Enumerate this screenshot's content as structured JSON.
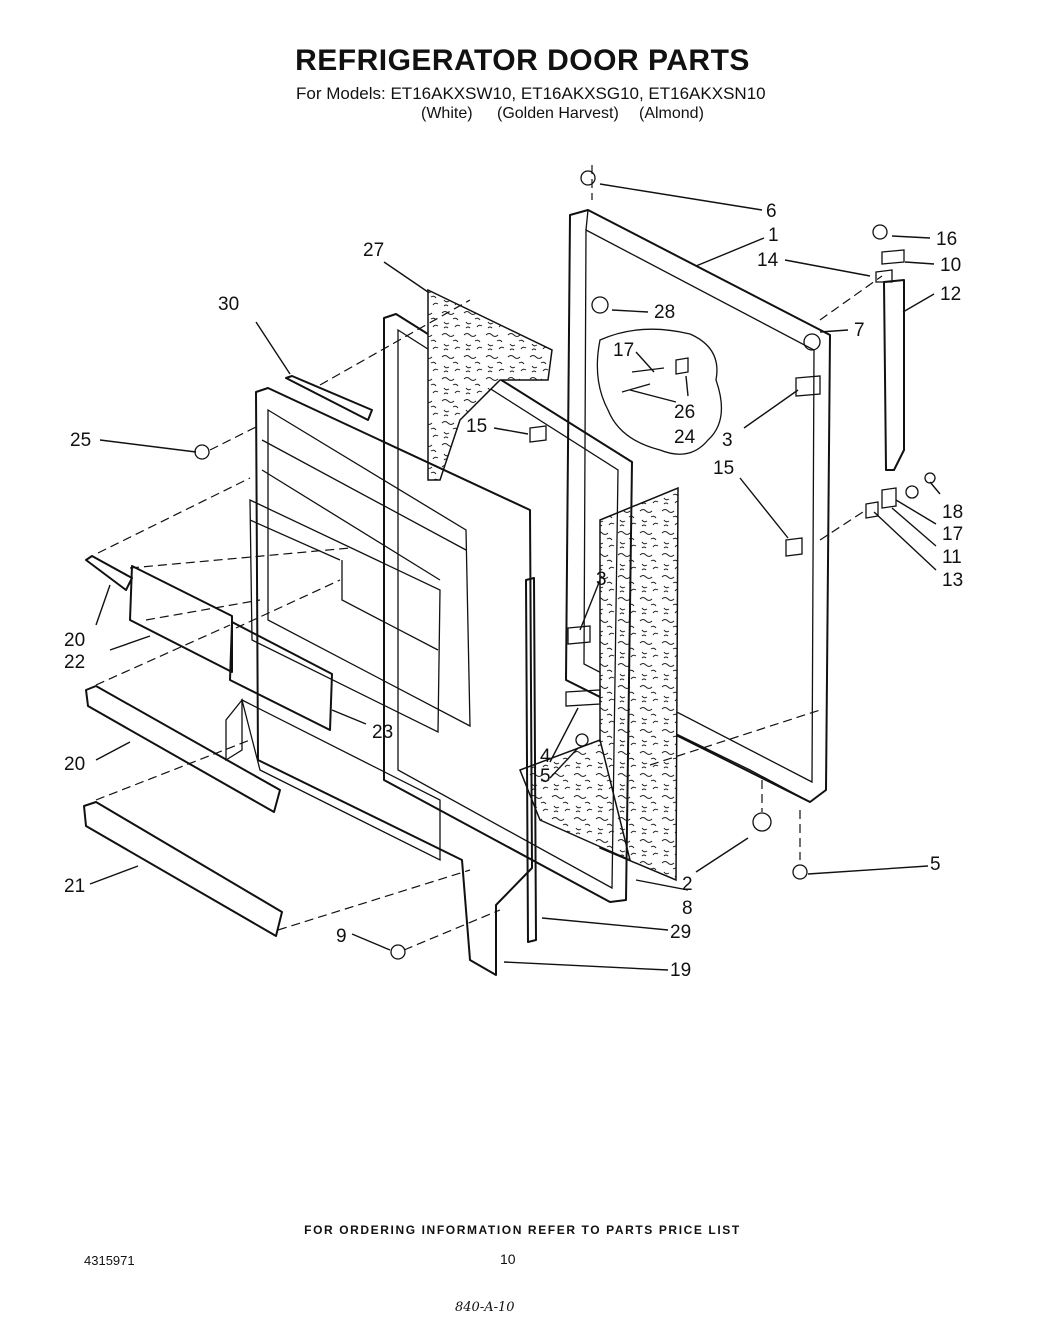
{
  "header": {
    "title": "REFRIGERATOR DOOR PARTS",
    "models_line": "For Models:  ET16AKXSW10, ET16AKXSG10, ET16AKXSN10",
    "colors": [
      {
        "text": "(White)"
      },
      {
        "text": "(Golden Harvest)"
      },
      {
        "text": "(Almond)"
      }
    ]
  },
  "callouts": [
    {
      "num": "1"
    },
    {
      "num": "2"
    },
    {
      "num": "3"
    },
    {
      "num": "3"
    },
    {
      "num": "4"
    },
    {
      "num": "5"
    },
    {
      "num": "5"
    },
    {
      "num": "6"
    },
    {
      "num": "7"
    },
    {
      "num": "8"
    },
    {
      "num": "9"
    },
    {
      "num": "10"
    },
    {
      "num": "11"
    },
    {
      "num": "12"
    },
    {
      "num": "13"
    },
    {
      "num": "14"
    },
    {
      "num": "15"
    },
    {
      "num": "15"
    },
    {
      "num": "16"
    },
    {
      "num": "17"
    },
    {
      "num": "17"
    },
    {
      "num": "18"
    },
    {
      "num": "19"
    },
    {
      "num": "20"
    },
    {
      "num": "20"
    },
    {
      "num": "21"
    },
    {
      "num": "22"
    },
    {
      "num": "23"
    },
    {
      "num": "24"
    },
    {
      "num": "25"
    },
    {
      "num": "26"
    },
    {
      "num": "27"
    },
    {
      "num": "28"
    },
    {
      "num": "29"
    },
    {
      "num": "30"
    }
  ],
  "footer": {
    "ordering_note": "FOR ORDERING INFORMATION REFER TO PARTS PRICE LIST",
    "doc_number": "4315971",
    "page_number": "10",
    "handwritten_note": "840-A-10"
  }
}
